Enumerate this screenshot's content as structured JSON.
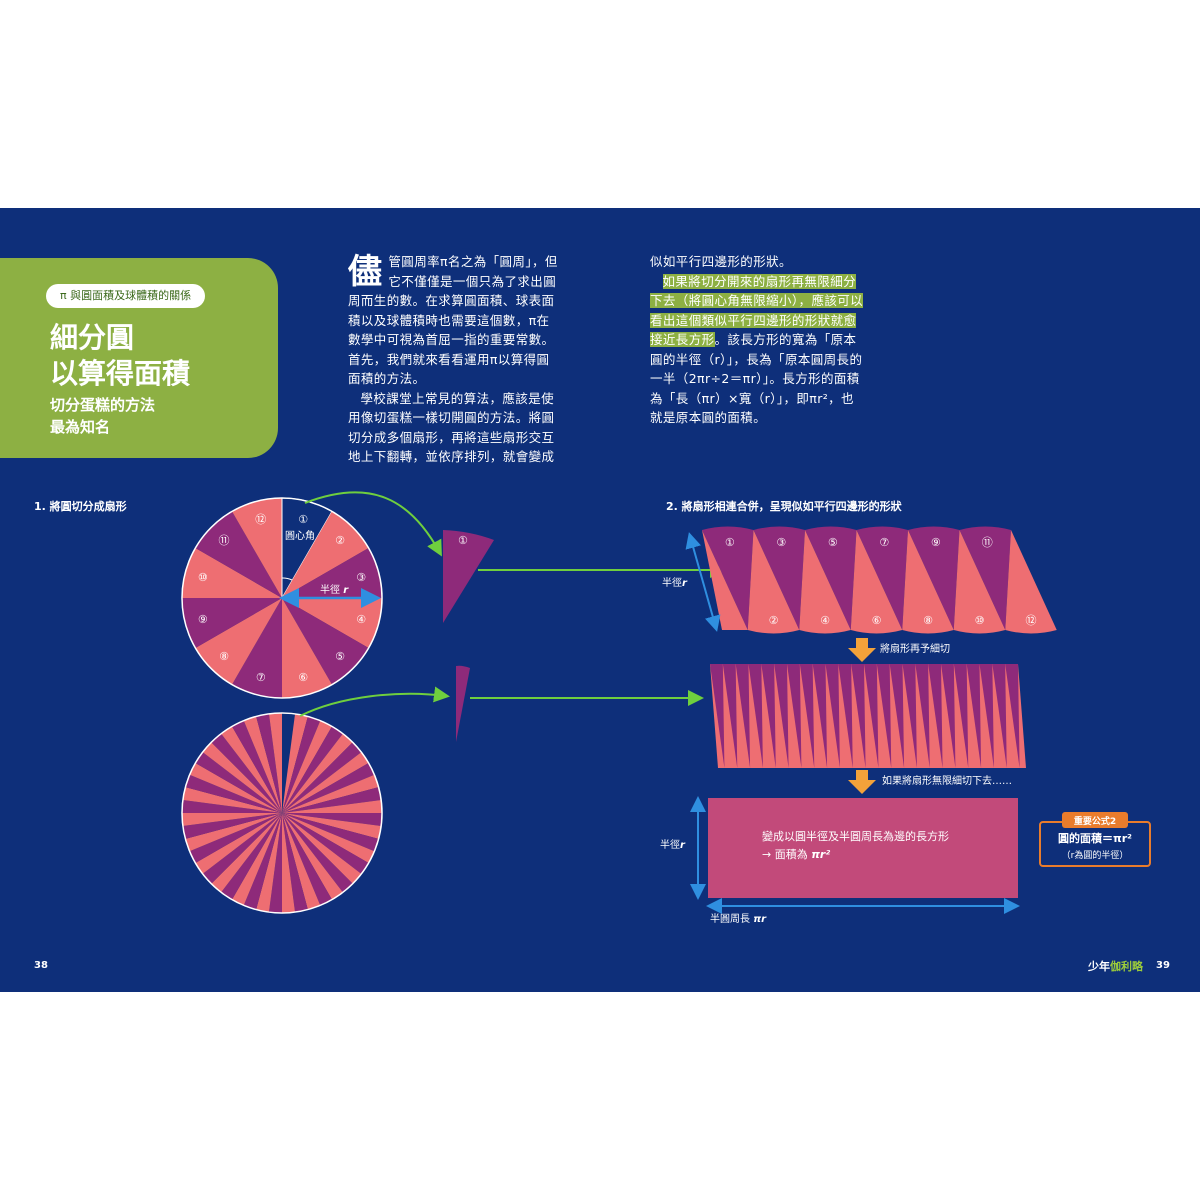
{
  "header": {
    "tag": "π 與圓面積及球體積的關係",
    "title": "細分圓\n以算得面積",
    "subtitle": "切分蛋糕的方法\n最為知名"
  },
  "body": {
    "dropcap": "儘",
    "col1_p1": "管圓周率π名之為「圓周」，但它不僅僅是一個只為了求出圓周而生的數。在求算圓面積、球表面積以及球體積時也需要這個數，π在數學中可視為首屈一指的重要常數。首先，我們就來看看運用π以算得圓面積的方法。",
    "col1_p2": "學校課堂上常見的算法，應該是使用像切蛋糕一樣切開圓的方法。將圓切分成多個扇形，再將這些扇形交互地上下翻轉，並依序排列，就會變成",
    "col2_p0": "似如平行四邊形的形狀。",
    "col2_hl": "如果將切分開來的扇形再無限細分下去（將圓心角無限縮小），應該可以看出這個類似平行四邊形的形狀就愈接近長方形",
    "col2_rest": "。該長方形的寬為「原本圓的半徑（r）」，長為「原本圓周長的一半（2πr÷2＝πr）」。長方形的面積為「長（πr）×寬（r）」，即πr²，也就是原本圓的面積。"
  },
  "diagram": {
    "step1_label": "1. 將圓切分成扇形",
    "step2_label": "2. 將扇形相連合併，呈現似如平行四邊形的形狀",
    "center_angle_label": "圓心角",
    "radius_label": "半徑",
    "radius_symbol": "r",
    "slice_numbers": [
      "①",
      "②",
      "③",
      "④",
      "⑤",
      "⑥",
      "⑦",
      "⑧",
      "⑨",
      "⑩",
      "⑪",
      "⑫"
    ],
    "top_numbers": [
      "①",
      "③",
      "⑤",
      "⑦",
      "⑨",
      "⑪"
    ],
    "bottom_numbers": [
      "②",
      "④",
      "⑥",
      "⑧",
      "⑩",
      "⑫"
    ],
    "cut_again_label": "將扇形再予細切",
    "infinite_label": "如果將扇形無限細切下去……",
    "rect_text_line1": "變成以圓半徑及半圓周長為邊的長方形",
    "rect_text_line2": "→ 面積為",
    "rect_area_formula": "πr²",
    "half_circumference_label": "半圓周長",
    "half_circumference_symbol": "πr",
    "formula_badge": "重要公式2",
    "formula_main": "圓的面積＝πr²",
    "formula_note": "（r為圓的半徑）",
    "colors": {
      "background": "#0e2f7a",
      "accent_green": "#8db043",
      "purple": "#8e2a7a",
      "salmon": "#ee6e72",
      "rect_fill": "#c24a7a",
      "arrow_orange": "#f3a23a",
      "formula_border": "#e97c2c",
      "guide_blue": "#2f8fe0"
    }
  },
  "footer": {
    "page_left": "38",
    "brand_prefix": "少年",
    "brand_name": "伽利略",
    "page_right": "39"
  }
}
